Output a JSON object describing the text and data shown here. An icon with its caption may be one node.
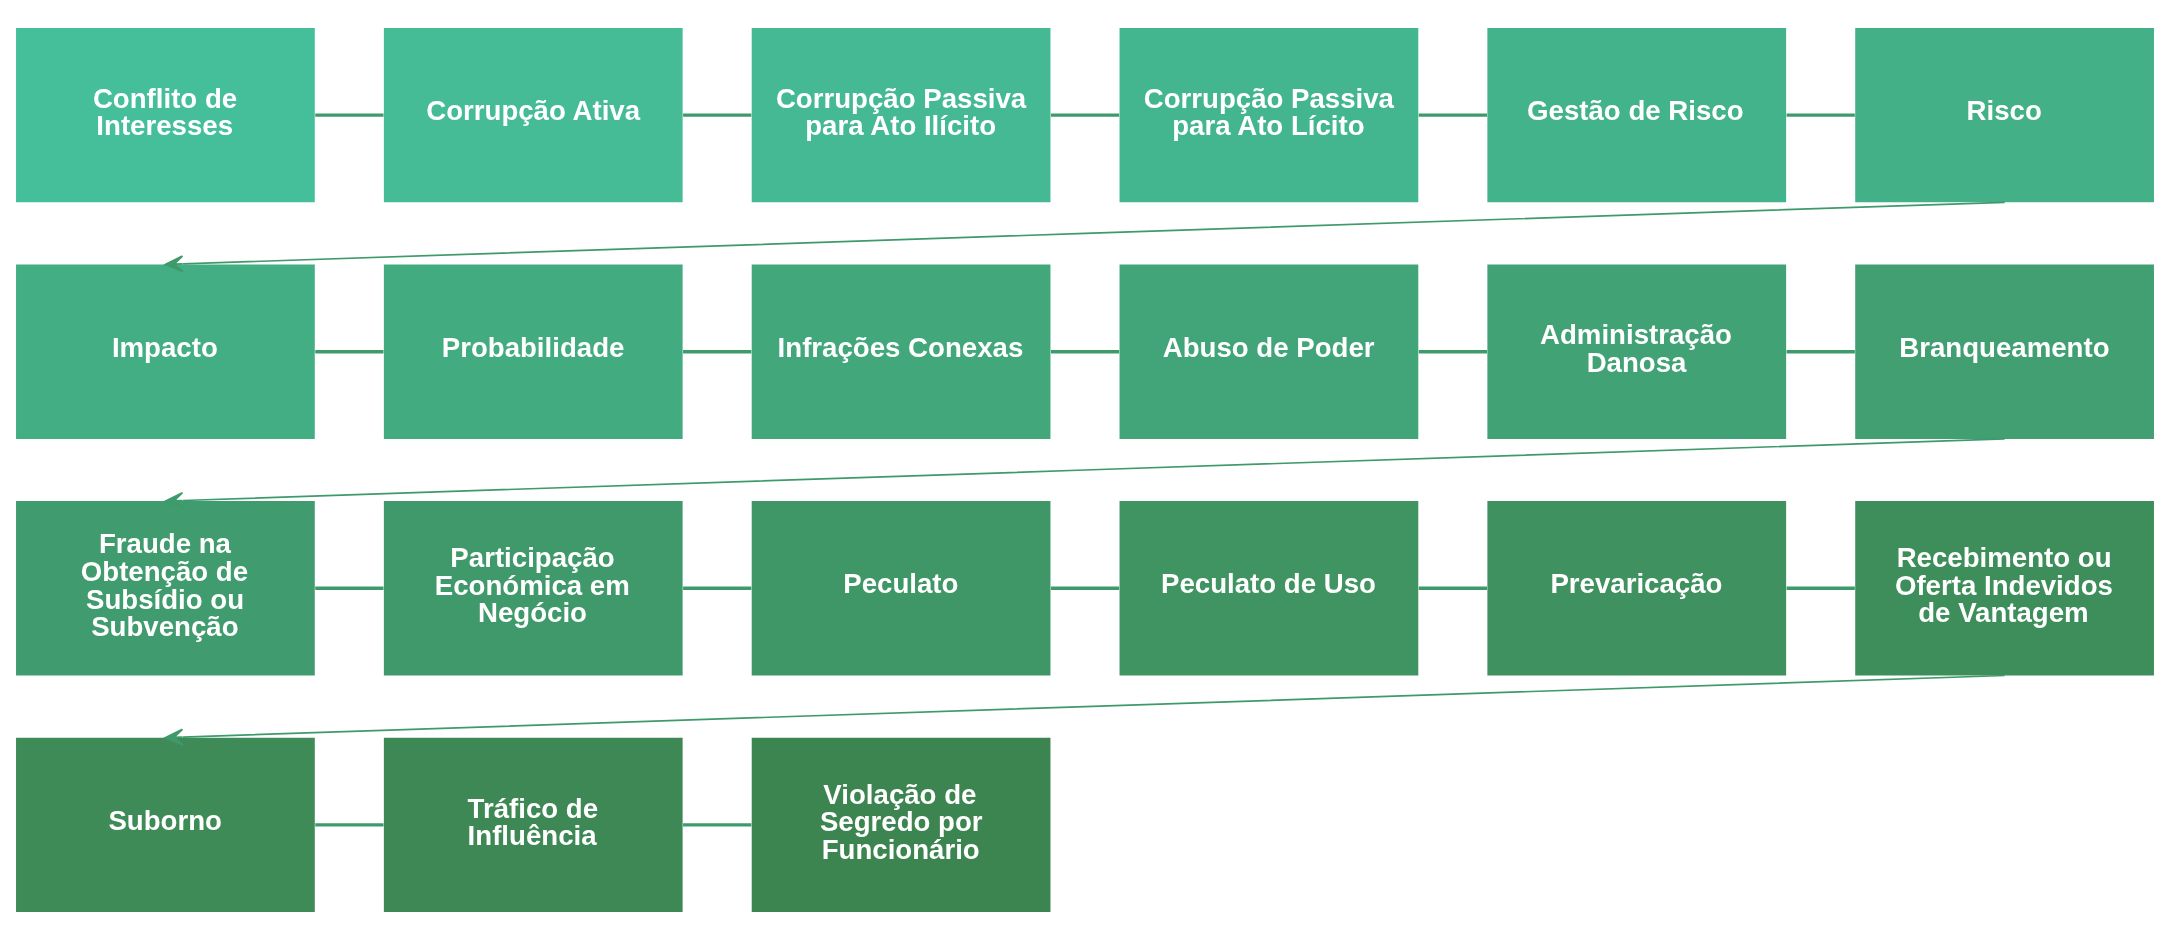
{
  "diagram": {
    "nodes": [
      {
        "text": [
          "Conflito de Interesses"
        ]
      },
      {
        "text": [
          "Corrupção Ativa"
        ]
      },
      {
        "text": [
          "Corrupção Passiva para Ato Ilícito"
        ]
      },
      {
        "text": [
          "Corrupção Passiva para Ato Lícito"
        ]
      },
      {
        "text": [
          "Gestão de Risco"
        ]
      },
      {
        "text": [
          "Risco"
        ]
      },
      {
        "text": [
          "Impacto"
        ]
      },
      {
        "text": [
          "Probabilidade"
        ]
      },
      {
        "text": [
          "Infrações Conexas"
        ]
      },
      {
        "text": [
          "Abuso de Poder"
        ]
      },
      {
        "text": [
          "Administração Danosa"
        ]
      },
      {
        "text": [
          "Branqueamento"
        ]
      },
      {
        "text": [
          "Fraude na Obtenção de Subsídio ou Subvenção"
        ]
      },
      {
        "text": [
          "Participação Económica em Negócio"
        ]
      },
      {
        "text": [
          "Peculato"
        ]
      },
      {
        "text": [
          "Peculato de Uso"
        ]
      },
      {
        "text": [
          "Prevaricação"
        ]
      },
      {
        "text": [
          "Recebimento ou Oferta Indevidos de Vantagem"
        ]
      },
      {
        "text": [
          "Suborno"
        ]
      },
      {
        "text": [
          "Tráfico de Influência"
        ]
      },
      {
        "text": [
          "Violação de Segredo por Funcionário"
        ]
      }
    ],
    "edges": [
      {
        "from": 0,
        "to": 1,
        "arrow": "none"
      },
      {
        "from": 1,
        "to": 2,
        "arrow": "none"
      },
      {
        "from": 2,
        "to": 3,
        "arrow": "none"
      },
      {
        "from": 3,
        "to": 4,
        "arrow": "none"
      },
      {
        "from": 4,
        "to": 5,
        "arrow": "none"
      },
      {
        "from": 5,
        "to": 6,
        "arrow": "to"
      },
      {
        "from": 6,
        "to": 7,
        "arrow": "none"
      },
      {
        "from": 7,
        "to": 8,
        "arrow": "none"
      },
      {
        "from": 8,
        "to": 9,
        "arrow": "none"
      },
      {
        "from": 9,
        "to": 10,
        "arrow": "none"
      },
      {
        "from": 10,
        "to": 11,
        "arrow": "none"
      },
      {
        "from": 11,
        "to": 12,
        "arrow": "to"
      },
      {
        "from": 12,
        "to": 13,
        "arrow": "none"
      },
      {
        "from": 13,
        "to": 14,
        "arrow": "none"
      },
      {
        "from": 14,
        "to": 15,
        "arrow": "none"
      },
      {
        "from": 15,
        "to": 16,
        "arrow": "none"
      },
      {
        "from": 16,
        "to": 17,
        "arrow": "none"
      },
      {
        "from": 17,
        "to": 18,
        "arrow": "to"
      },
      {
        "from": 18,
        "to": 19,
        "arrow": "none"
      },
      {
        "from": 19,
        "to": 20,
        "arrow": "none"
      }
    ]
  }
}
